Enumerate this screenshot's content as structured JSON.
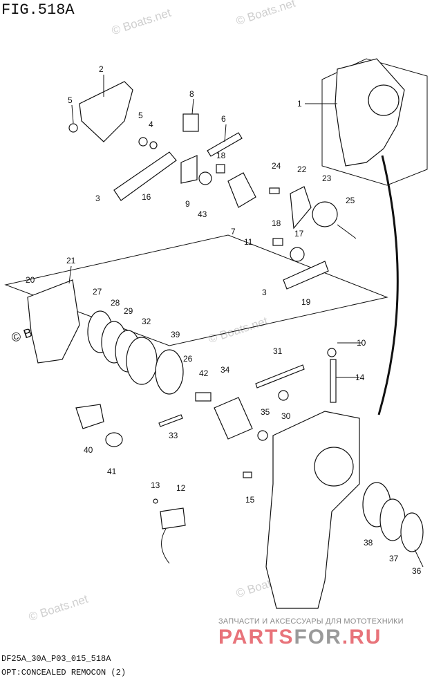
{
  "figure": {
    "title": "FIG.518A",
    "code": "DF25A_30A_P03_015_518A",
    "caption": "OPT:CONCEALED REMOCON (2)"
  },
  "watermark": "© Boats.net",
  "logo": {
    "subtitle": "ЗАПЧАСТИ И АКСЕССУАРЫ ДЛЯ МОТОТЕХНИКИ",
    "part1": "PARTS",
    "part2": "FOR",
    "part3": ".RU"
  },
  "callouts": [
    "2",
    "5",
    "5",
    "4",
    "8",
    "6",
    "1",
    "18",
    "24",
    "22",
    "23",
    "25",
    "3",
    "16",
    "9",
    "43",
    "7",
    "11",
    "18",
    "17",
    "3",
    "19",
    "21",
    "20",
    "27",
    "28",
    "29",
    "32",
    "39",
    "26",
    "42",
    "34",
    "31",
    "10",
    "14",
    "35",
    "30",
    "33",
    "40",
    "41",
    "13",
    "12",
    "15",
    "38",
    "37",
    "36"
  ]
}
